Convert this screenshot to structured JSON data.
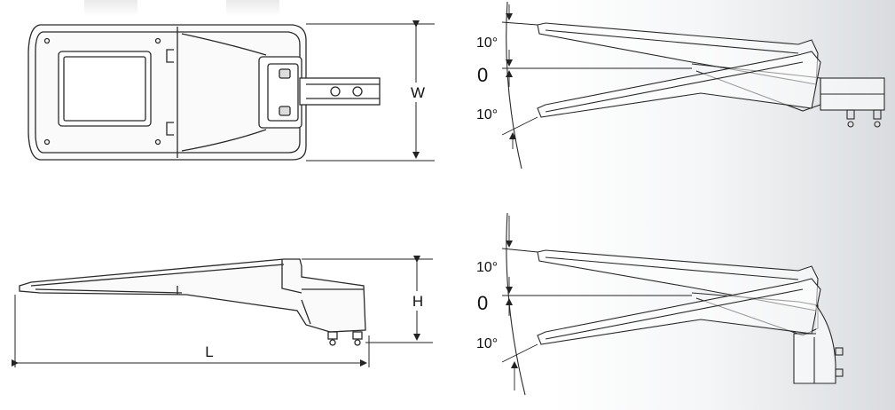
{
  "dimensions": {
    "width_label": "W",
    "height_label": "H",
    "length_label": "L"
  },
  "tilt": {
    "upper_angle": "10°",
    "zero": "0",
    "lower_angle": "10°"
  },
  "colors": {
    "line": "#2a2a2a",
    "background_gradient_end": "#d9dcdf"
  }
}
